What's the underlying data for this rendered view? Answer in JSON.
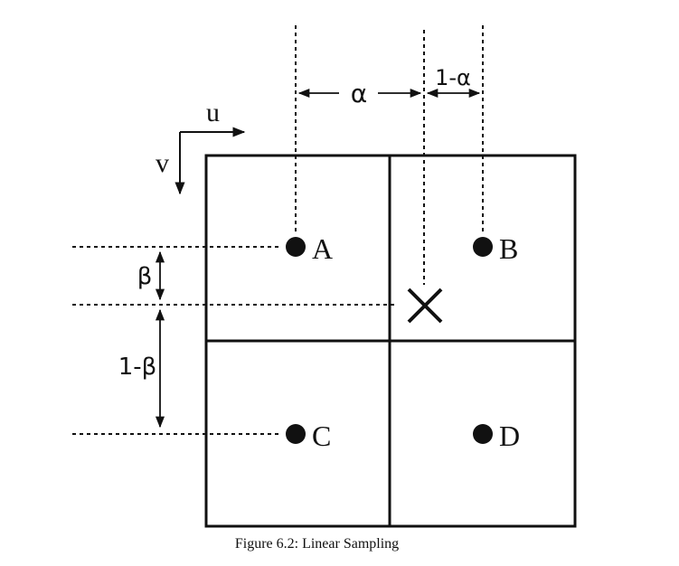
{
  "axes": {
    "u_label": "u",
    "v_label": "v"
  },
  "points": {
    "a": "A",
    "b": "B",
    "c": "C",
    "d": "D"
  },
  "dimensions": {
    "alpha": "α",
    "one_minus_alpha": "1-α",
    "beta": "β",
    "one_minus_beta": "1-β"
  },
  "caption": "Figure 6.2: Linear Sampling"
}
